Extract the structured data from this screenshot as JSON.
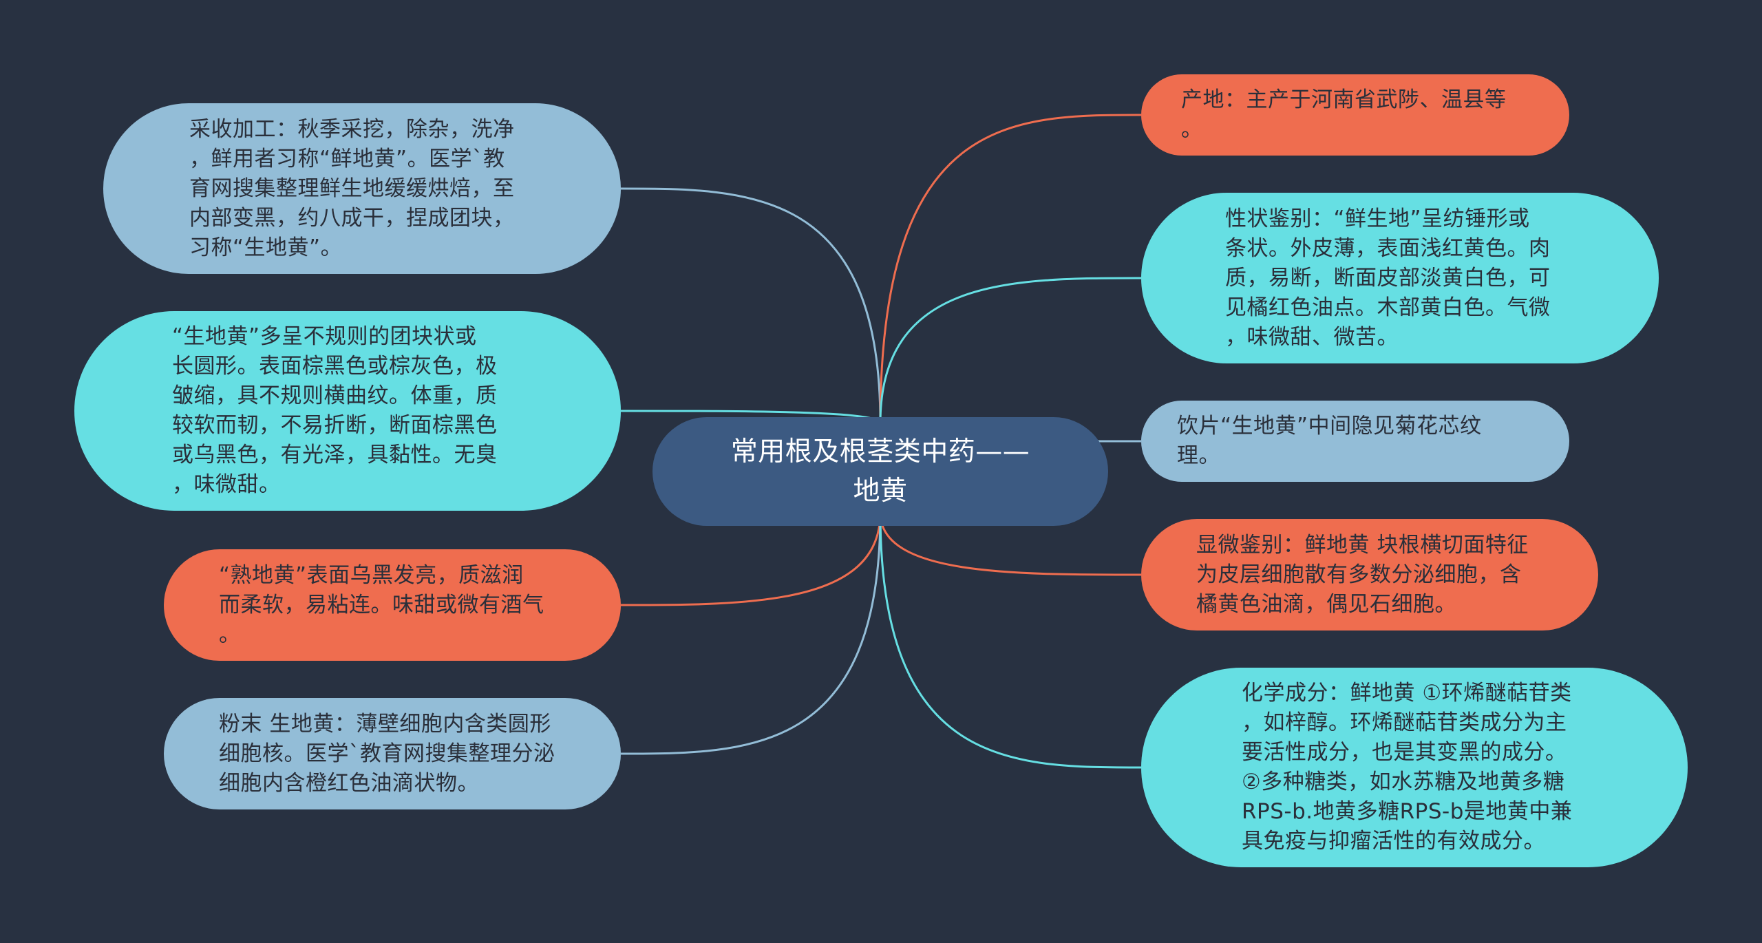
{
  "colors": {
    "background": "#283141",
    "root": "#3c5a82",
    "blue": "#93bdd7",
    "cyan": "#66dfe3",
    "orange": "#ef6d4f"
  },
  "root": {
    "text": "常用根及根茎类中药——\n地黄"
  },
  "nodes": [
    {
      "id": "l1",
      "color": "blue",
      "text": "采收加工：秋季采挖，除杂，洗净\n，鲜用者习称“鲜地黄”。医学`教\n育网搜集整理鲜生地缓缓烘焙，至\n内部变黑，约八成干，捏成团块，\n习称“生地黄”。"
    },
    {
      "id": "l2",
      "color": "cyan",
      "text": "“生地黄”多呈不规则的团块状或\n长圆形。表面棕黑色或棕灰色，极\n皱缩，具不规则横曲纹。体重，质\n较软而韧，不易折断，断面棕黑色\n或乌黑色，有光泽，具黏性。无臭\n，味微甜。"
    },
    {
      "id": "l3",
      "color": "orange",
      "text": "“熟地黄”表面乌黑发亮，质滋润\n而柔软，易粘连。味甜或微有酒气\n。"
    },
    {
      "id": "l4",
      "color": "blue",
      "text": "粉末 生地黄：薄壁细胞内含类圆形\n细胞核。医学`教育网搜集整理分泌\n细胞内含橙红色油滴状物。"
    },
    {
      "id": "r1",
      "color": "orange",
      "text": "产地：主产于河南省武陟、温县等\n。"
    },
    {
      "id": "r2",
      "color": "cyan",
      "text": "性状鉴别：“鲜生地”呈纺锤形或\n条状。外皮薄，表面浅红黄色。肉\n质，易断，断面皮部淡黄白色，可\n见橘红色油点。木部黄白色。气微\n，味微甜、微苦。"
    },
    {
      "id": "r3",
      "color": "blue",
      "text": "饮片“生地黄”中间隐见菊花芯纹\n理。"
    },
    {
      "id": "r4",
      "color": "orange",
      "text": "显微鉴别：鲜地黄 块根横切面特征\n为皮层细胞散有多数分泌细胞，含\n橘黄色油滴，偶见石细胞。"
    },
    {
      "id": "r5",
      "color": "cyan",
      "text": "化学成分：鲜地黄 ①环烯醚萜苷类\n，如梓醇。环烯醚萜苷类成分为主\n要活性成分，也是其变黑的成分。\n②多种糖类，如水苏糖及地黄多糖\nRPS-b.地黄多糖RPS-b是地黄中兼\n具免疫与抑瘤活性的有效成分。"
    }
  ]
}
